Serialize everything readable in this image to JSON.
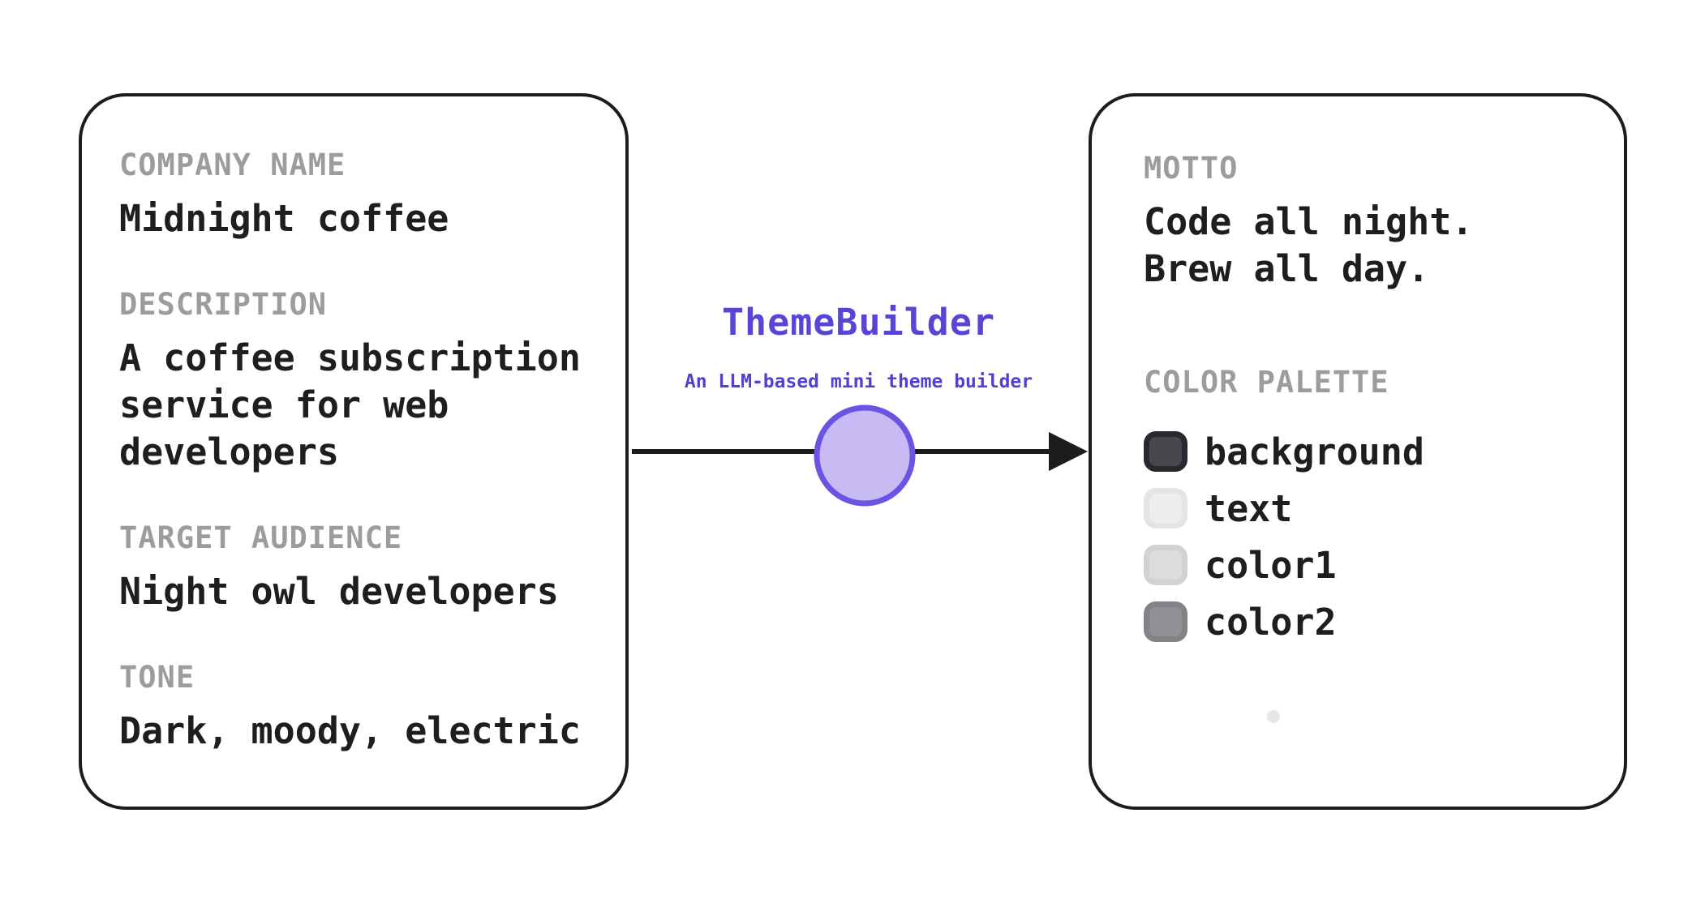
{
  "input_card": {
    "fields": [
      {
        "label": "COMPANY NAME",
        "value": "Midnight coffee"
      },
      {
        "label": "DESCRIPTION",
        "value": "A coffee subscription service for web developers"
      },
      {
        "label": "TARGET AUDIENCE",
        "value": "Night owl developers"
      },
      {
        "label": "TONE",
        "value": "Dark, moody, electric"
      }
    ]
  },
  "builder": {
    "title": "ThemeBuilder",
    "subtitle": "An LLM-based mini theme builder",
    "title_color": "#5646d3",
    "subtitle_color": "#5140cf",
    "node_fill": "#c8bbf4",
    "node_stroke": "#6b53e4",
    "arrow_color": "#1c1c1c"
  },
  "output_card": {
    "motto_label": "MOTTO",
    "motto_lines": [
      "Code all night.",
      "Brew all day."
    ],
    "palette_label": "COLOR PALETTE",
    "palette": [
      {
        "name": "background",
        "fill": "#46484e",
        "border": "#27292e"
      },
      {
        "name": "text",
        "fill": "#ededed",
        "border": "#e4e4e4"
      },
      {
        "name": "color1",
        "fill": "#dcdcdc",
        "border": "#d2d2d2"
      },
      {
        "name": "color2",
        "fill": "#8f9196",
        "border": "#818387"
      }
    ]
  }
}
